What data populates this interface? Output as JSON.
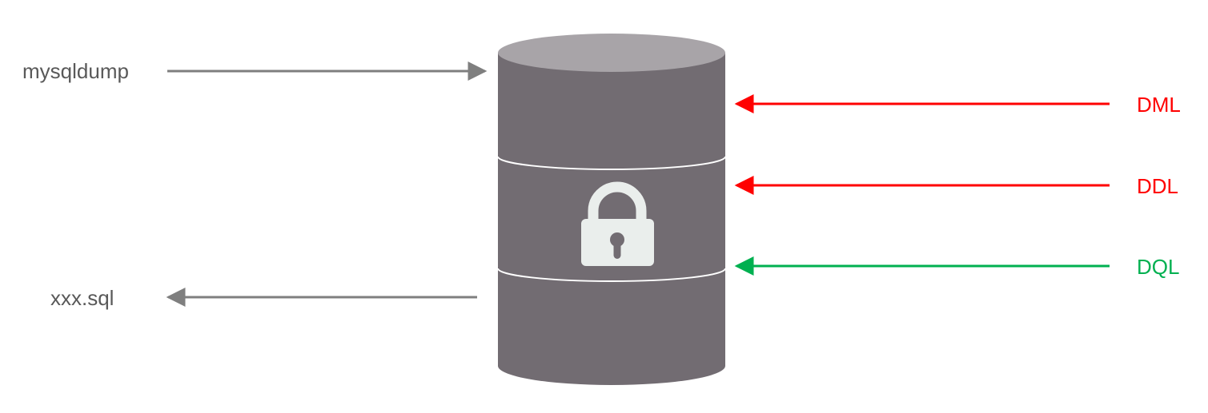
{
  "labels": {
    "mysqldump": "mysqldump",
    "output": "xxx.sql",
    "dml": "DML",
    "ddl": "DDL",
    "dql": "DQL"
  },
  "icons": {
    "database": "database-cylinder-icon",
    "lock": "lock-icon"
  },
  "colors": {
    "neutral_text": "#595959",
    "neutral_arrow": "#7f7f7f",
    "blocked": "#ff0000",
    "allowed": "#00b050",
    "cylinder_body": "#726c72",
    "cylinder_top": "#a8a4a8",
    "lock": "#eaeeec"
  }
}
